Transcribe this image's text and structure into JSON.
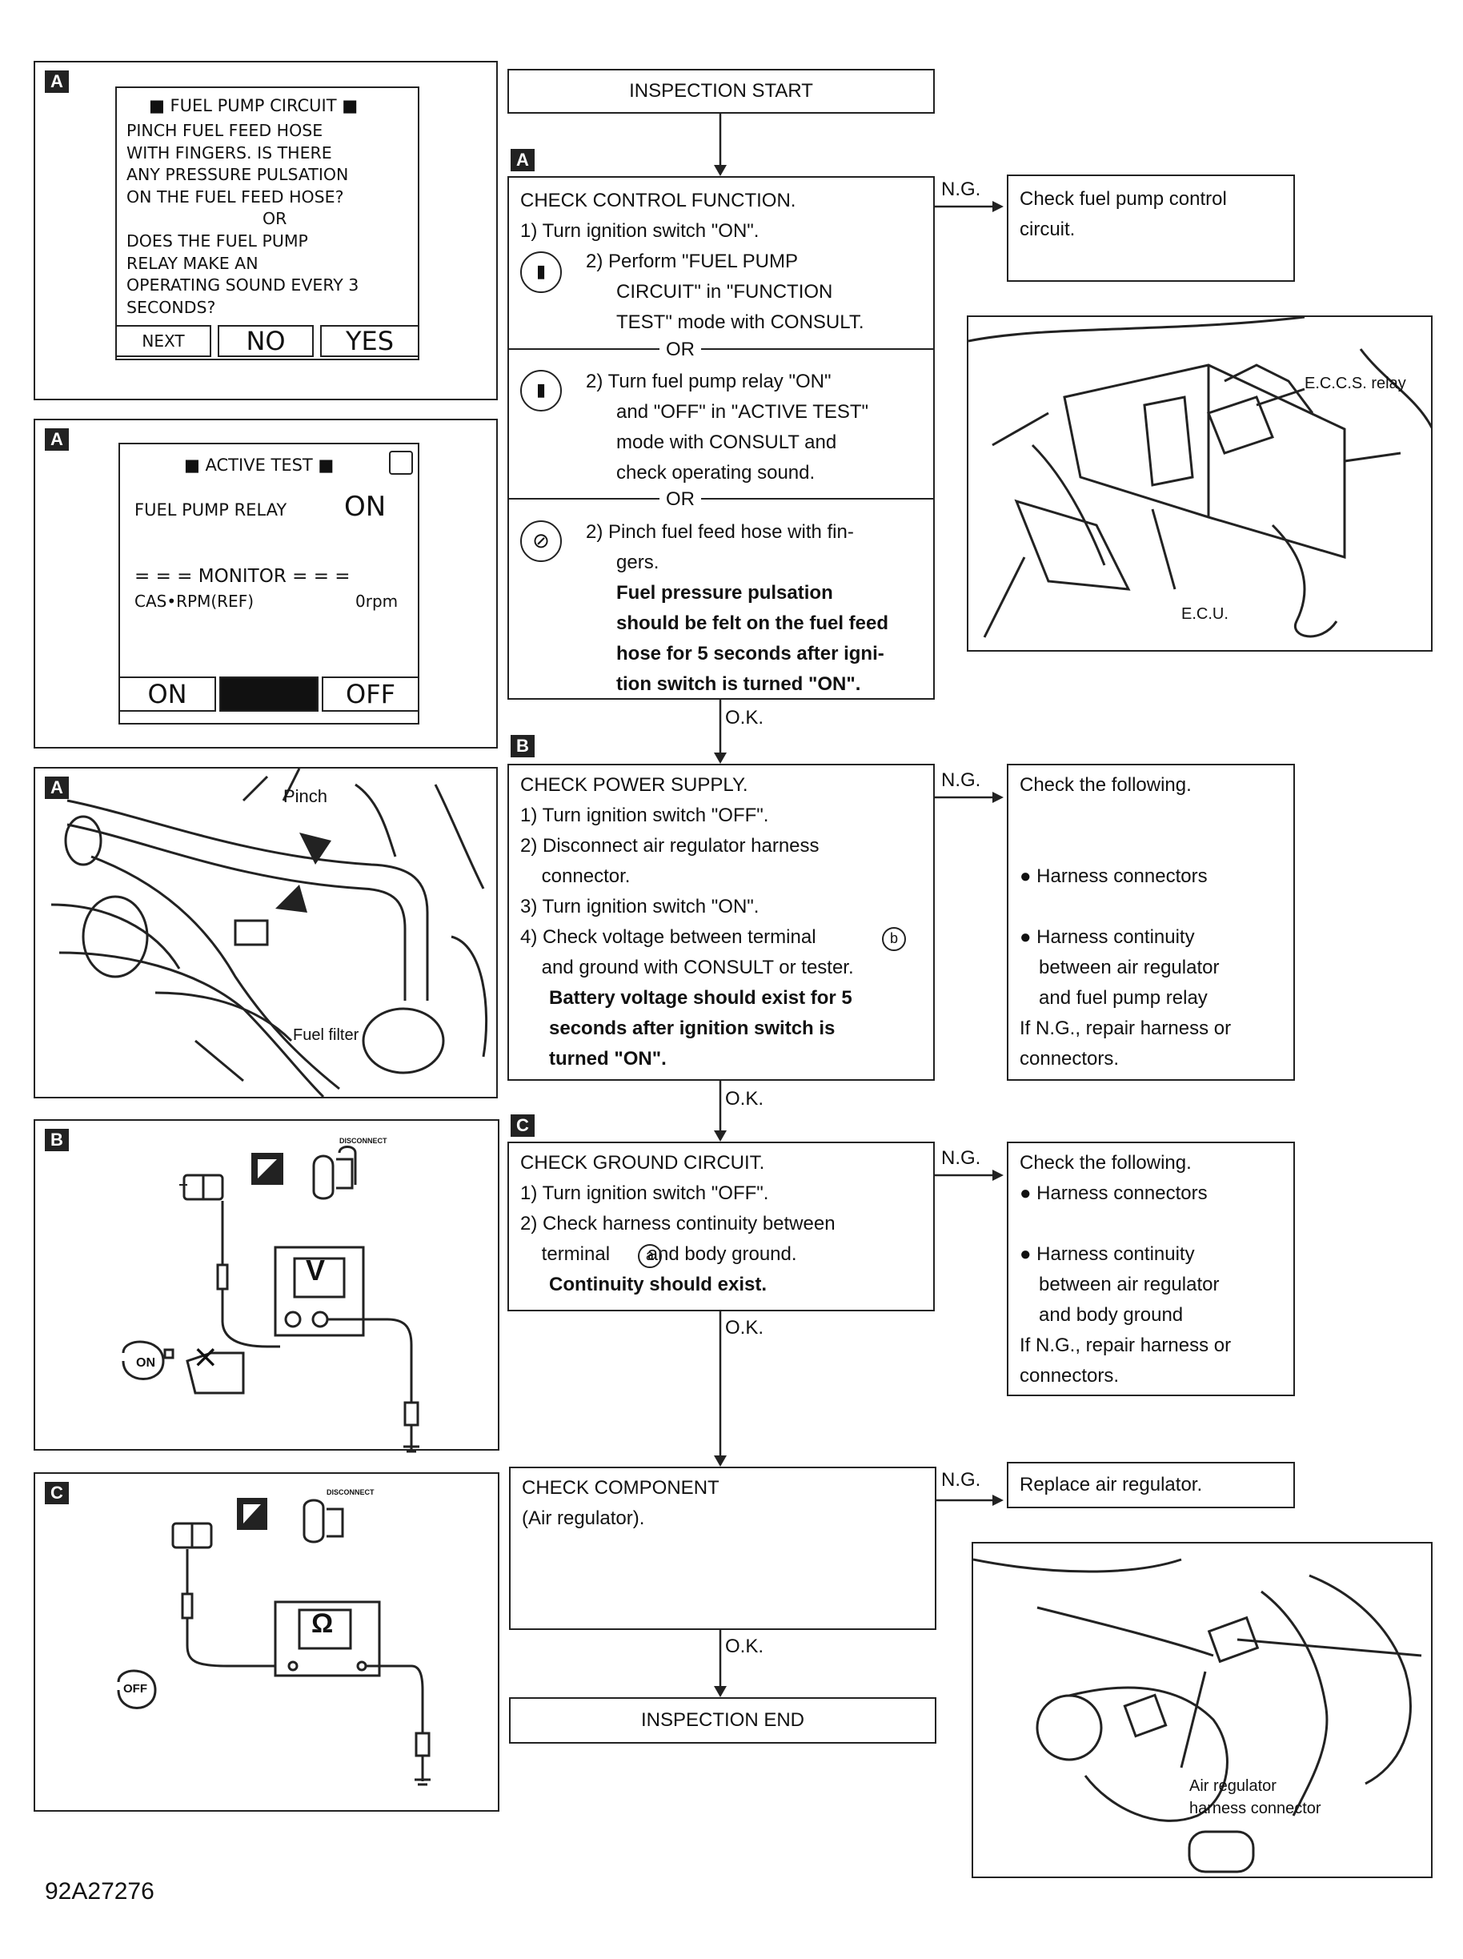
{
  "panel_a1": {
    "tag": "A",
    "title": "■ FUEL PUMP CIRCUIT ■",
    "lines": [
      "PINCH FUEL FEED HOSE",
      "WITH FINGERS. IS THERE",
      "ANY PRESSURE PULSATION",
      "ON THE FUEL FEED HOSE?",
      "OR",
      "DOES THE FUEL PUMP",
      "RELAY MAKE AN",
      "OPERATING SOUND EVERY 3",
      "SECONDS?"
    ],
    "buttons": [
      "NEXT",
      "NO",
      "YES"
    ]
  },
  "panel_a2": {
    "tag": "A",
    "title": "■ ACTIVE TEST ■",
    "relay_label": "FUEL PUMP RELAY",
    "relay_value": "ON",
    "monitor": "= = = MONITOR = = =",
    "cas_label": "CAS•RPM(REF)",
    "cas_value": "0rpm",
    "buttons": [
      "ON",
      "",
      "OFF"
    ]
  },
  "panel_a3": {
    "tag": "A",
    "pinch": "Pinch",
    "filter": "Fuel filter"
  },
  "panel_b": {
    "tag": "B",
    "meter": "V",
    "disconnect": "DISCONNECT",
    "key": "ON"
  },
  "panel_c": {
    "tag": "C",
    "meter": "Ω",
    "disconnect": "DISCONNECT",
    "key": "OFF"
  },
  "flow": {
    "start": "INSPECTION START",
    "end": "INSPECTION END",
    "ok": "O.K.",
    "ng": "N.G.",
    "or": "OR",
    "step_a": {
      "tag": "A",
      "title": "CHECK CONTROL FUNCTION.",
      "l1": "1) Turn ignition switch \"ON\".",
      "l2a": "2) Perform \"FUEL PUMP",
      "l2b": "CIRCUIT\" in \"FUNCTION",
      "l2c": "TEST\" mode with CONSULT.",
      "l3a": "2) Turn fuel pump relay \"ON\"",
      "l3b": "and \"OFF\" in \"ACTIVE TEST\"",
      "l3c": "mode with CONSULT and",
      "l3d": "check operating sound.",
      "l4a": "2) Pinch fuel feed hose with fin-",
      "l4b": "gers.",
      "l4c": "Fuel pressure pulsation",
      "l4d": "should be felt on the fuel feed",
      "l4e": "hose for 5 seconds after igni-",
      "l4f": "tion switch is turned \"ON\"."
    },
    "ng_a": [
      "Check fuel pump control",
      "circuit."
    ],
    "step_b": {
      "tag": "B",
      "lines": [
        "CHECK POWER SUPPLY.",
        "1) Turn ignition switch \"OFF\".",
        "2) Disconnect air regulator harness",
        "    connector.",
        "3) Turn ignition switch \"ON\".",
        "4) Check voltage between terminal",
        "    and ground with CONSULT or tester."
      ],
      "terminal": "b",
      "bold": [
        "Battery voltage should exist for 5",
        "seconds after ignition switch is",
        "turned \"ON\"."
      ]
    },
    "ng_b": [
      "Check the following.",
      "● Harness connectors",
      "● Harness continuity",
      "between air regulator",
      "and fuel pump relay",
      "If N.G., repair harness or",
      "connectors."
    ],
    "step_c": {
      "tag": "C",
      "lines": [
        "CHECK GROUND CIRCUIT.",
        "1) Turn ignition switch \"OFF\".",
        "2) Check harness continuity between",
        "    terminal       and body ground."
      ],
      "terminal": "a",
      "bold": "Continuity should exist."
    },
    "ng_c": [
      "Check the following.",
      "● Harness connectors",
      "● Harness continuity",
      "between air regulator",
      "and body ground",
      "If N.G., repair harness or",
      "connectors."
    ],
    "step_d": {
      "lines": [
        "CHECK COMPONENT",
        "(Air regulator)."
      ]
    },
    "ng_d": "Replace air regulator."
  },
  "photo1": {
    "eccs": "E.C.C.S. relay",
    "ecu": "E.C.U."
  },
  "photo2": {
    "label1": "Air regulator",
    "label2": "harness connector"
  },
  "code": "92A27276"
}
